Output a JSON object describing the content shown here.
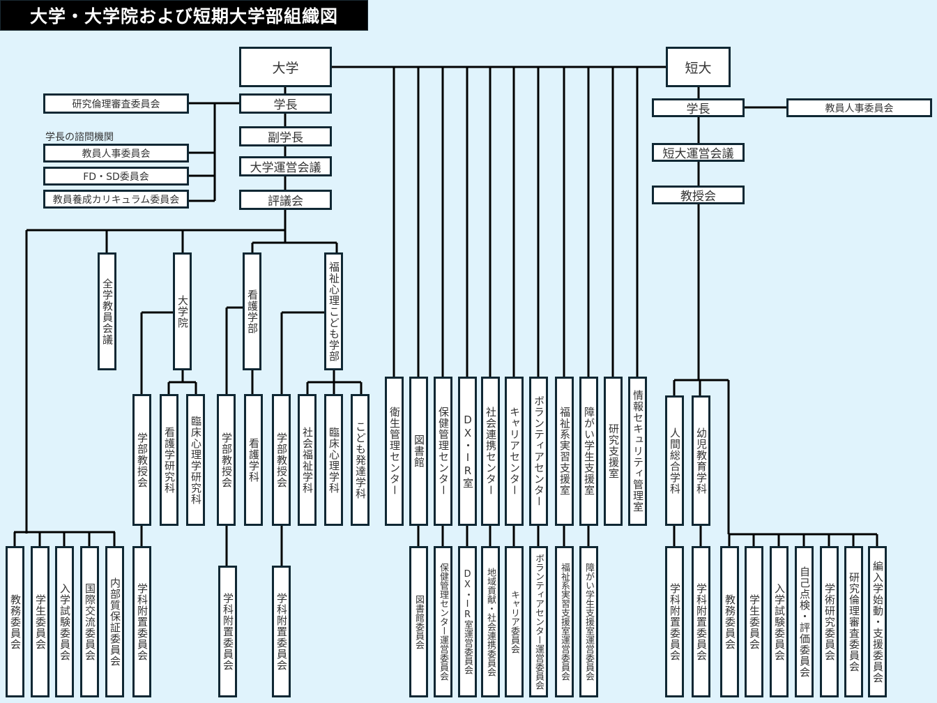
{
  "title": "大学・大学院および短期大学部組織図",
  "advisory_caption": "学長の諮問機関",
  "university": {
    "root": "大学",
    "president": "学長",
    "vice_president": "副学長",
    "management_council": "大学運営会議",
    "senate": "評議会",
    "ethics_committee": "研究倫理審査委員会",
    "advisory": [
      "教員人事委員会",
      "FD・SD委員会",
      "教員養成カリキュラム委員会"
    ],
    "all_faculty_meeting": "全学教員会議",
    "graduate_school": {
      "name": "大学院",
      "children": [
        "学部教授会",
        "看護学研究科",
        "臨床心理学研究科"
      ],
      "sub": "学科附置委員会"
    },
    "nursing": {
      "name": "看護学部",
      "children": [
        "学部教授会",
        "看護学科"
      ],
      "sub": "学科附置委員会"
    },
    "welfare": {
      "name": "福祉心理こども学部",
      "children": [
        "学部教授会",
        "社会福祉学科",
        "臨床心理学科",
        "こども発達学科"
      ],
      "sub": "学科附置委員会"
    },
    "committees": [
      "教務委員会",
      "学生委員会",
      "入学試験委員会",
      "国際交流委員会",
      "内部質保証委員会"
    ],
    "centers": [
      "衛生管理センター",
      "図書館",
      "保健管理センター",
      "DX・IR室",
      "社会連携センター",
      "キャリアセンター",
      "ボランティアセンター",
      "福祉系実習支援室",
      "障がい学生支援室",
      "研究支援室",
      "情報セキュリティ管理室"
    ],
    "center_committees": [
      "図書館委員会",
      "保健管理センター運営委員会",
      "DX・IR室運営委員会",
      "地域貢献・社会連携委員会",
      "キャリア委員会",
      "ボランティアセンター運営委員会",
      "福祉系実習支援室運営委員会",
      "障がい学生支援室運営委員会"
    ]
  },
  "junior_college": {
    "root": "短大",
    "president": "学長",
    "personnel_committee": "教員人事委員会",
    "management_council": "短大運営会議",
    "faculty_meeting": "教授会",
    "departments": [
      "人間総合学科",
      "幼児教育学科"
    ],
    "dept_committees": [
      "学科附置委員会",
      "学科附置委員会"
    ],
    "committees": [
      "教務委員会",
      "学生委員会",
      "入学試験委員会",
      "自己点検・評価委員会",
      "学術研究委員会",
      "研究倫理審査委員会",
      "編入学始動・支援委員会"
    ]
  }
}
